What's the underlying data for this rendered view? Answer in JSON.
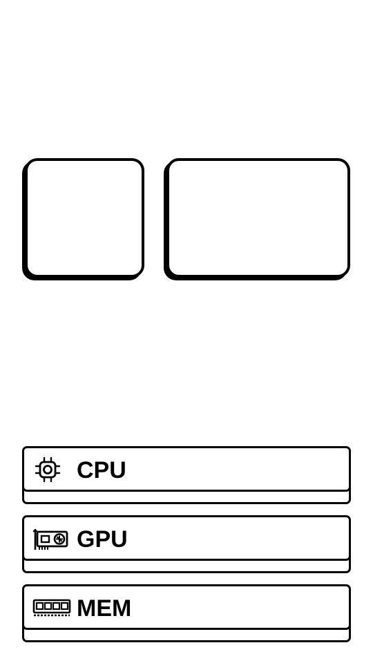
{
  "panels": {
    "left_tile": "",
    "right_tile": ""
  },
  "buttons": [
    {
      "label": "CPU",
      "icon": "cpu-chip-icon"
    },
    {
      "label": "GPU",
      "icon": "graphics-card-icon"
    },
    {
      "label": "MEM",
      "icon": "memory-module-icon"
    }
  ],
  "colors": {
    "background": "#ffffff",
    "outline": "#000000"
  }
}
